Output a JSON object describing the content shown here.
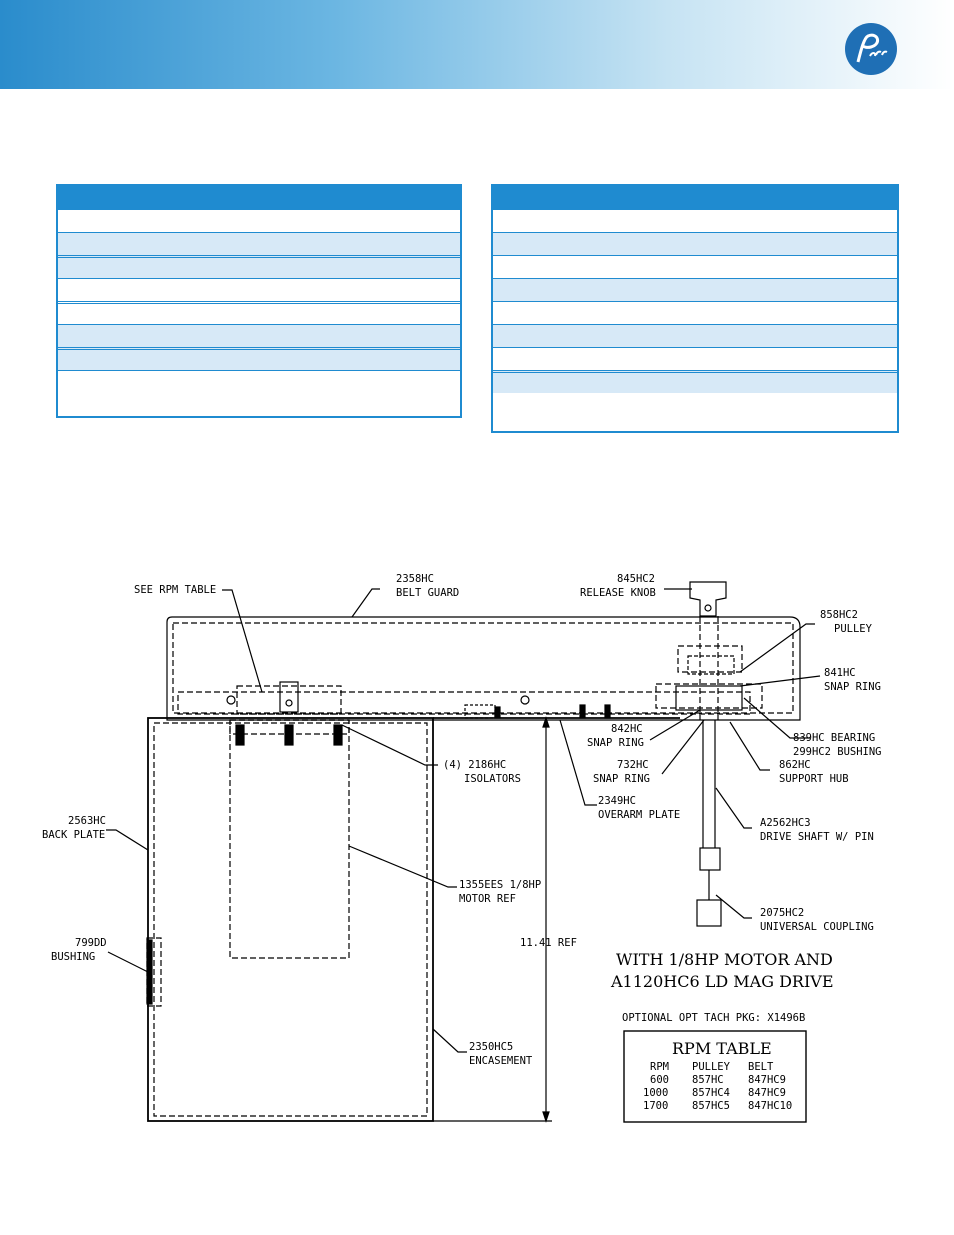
{
  "labels": {
    "rpm_table_ref": "SEE RPM TABLE",
    "belt_guard_num": "2358HC",
    "belt_guard": "BELT GUARD",
    "release_knob_num": "845HC2",
    "release_knob": "RELEASE KNOB",
    "pulley_num": "858HC2",
    "pulley": "PULLEY",
    "snap_ring_841_num": "841HC",
    "snap_ring_841": "SNAP RING",
    "snap_ring_842_num": "842HC",
    "snap_ring_842": "SNAP RING",
    "bearing": "839HC BEARING",
    "bushing_299": "299HC2 BUSHING",
    "isolators_num": "(4) 2186HC",
    "isolators": "ISOLATORS",
    "snap_ring_732_num": "732HC",
    "snap_ring_732": "SNAP RING",
    "support_hub_num": "862HC",
    "support_hub": "SUPPORT HUB",
    "overarm_num": "2349HC",
    "overarm": "OVERARM PLATE",
    "back_plate_num": "2563HC",
    "back_plate": "BACK PLATE",
    "drive_shaft_num": "A2562HC3",
    "drive_shaft": "DRIVE SHAFT W/ PIN",
    "motor_num": "1355EES 1/8HP",
    "motor": "MOTOR REF",
    "coupling_num": "2075HC2",
    "coupling": "UNIVERSAL COUPLING",
    "bushing_799_num": "799DD",
    "bushing_799": "BUSHING",
    "ref_dim": "11.41 REF",
    "encasement_num": "2350HC5",
    "encasement": "ENCASEMENT"
  },
  "title_lines": [
    "WITH 1/8HP MOTOR AND",
    "A1120HC6 LD MAG DRIVE"
  ],
  "optional_tach": "OPTIONAL OPT TACH PKG:  X1496B",
  "rpm_table": {
    "title": "RPM TABLE",
    "headers": [
      "RPM",
      "PULLEY",
      "BELT"
    ],
    "rows": [
      [
        "600",
        "857HC",
        "847HC9"
      ],
      [
        "1000",
        "857HC4",
        "847HC9"
      ],
      [
        "1700",
        "857HC5",
        "847HC10"
      ]
    ]
  },
  "colors": {
    "brand_blue": "#1f8bd0",
    "row_alt": "#d7e9f7"
  },
  "icons": {
    "logo": "parr-logo"
  }
}
